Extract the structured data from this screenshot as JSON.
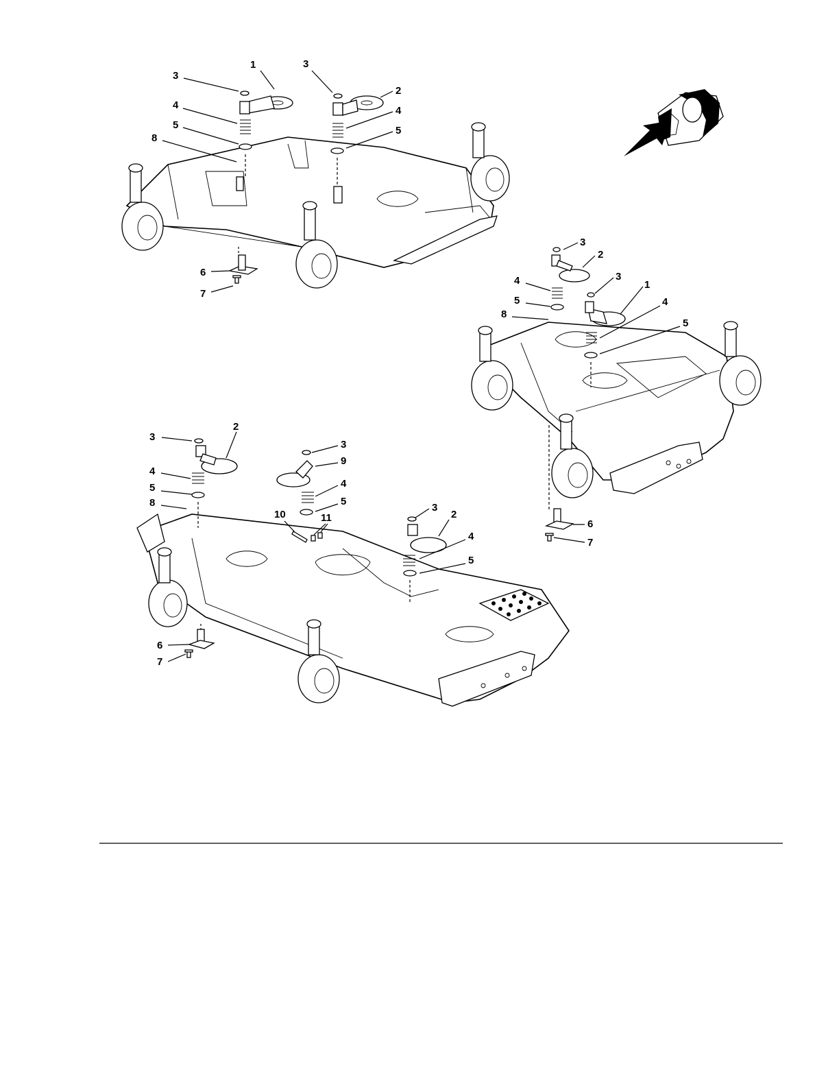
{
  "diagram": {
    "views": [
      {
        "id": "view-top-left",
        "callouts": [
          "1",
          "2",
          "3",
          "3",
          "4",
          "4",
          "5",
          "5",
          "6",
          "7",
          "8"
        ]
      },
      {
        "id": "view-right",
        "callouts": [
          "1",
          "2",
          "3",
          "3",
          "4",
          "4",
          "5",
          "5",
          "6",
          "7",
          "8"
        ]
      },
      {
        "id": "view-bottom",
        "callouts": [
          "2",
          "2",
          "3",
          "3",
          "3",
          "4",
          "4",
          "4",
          "5",
          "5",
          "5",
          "6",
          "7",
          "8",
          "9",
          "10",
          "11"
        ]
      }
    ],
    "icons": [
      "grease-gun-icon"
    ]
  },
  "colors": {
    "ink": "#000000",
    "paper": "#ffffff"
  }
}
